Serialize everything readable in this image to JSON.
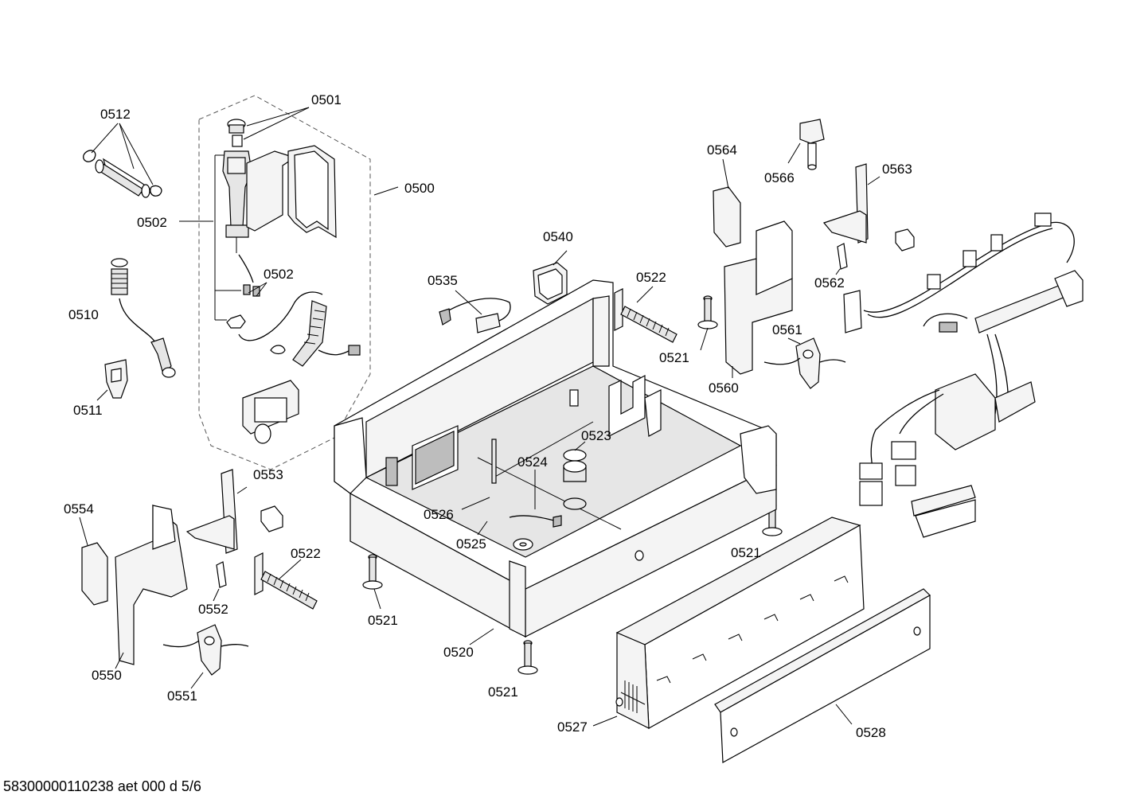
{
  "footer": "58300000110238 aet 000 d 5/6",
  "labels": {
    "p0501": "0501",
    "p0512": "0512",
    "p0500": "0500",
    "p0502a": "0502",
    "p0502b": "0502",
    "p0510": "0510",
    "p0511": "0511",
    "p0540": "0540",
    "p0535": "0535",
    "p0522a": "0522",
    "p0521a": "0521",
    "p0564": "0564",
    "p0566": "0566",
    "p0563": "0563",
    "p0562": "0562",
    "p0561": "0561",
    "p0560": "0560",
    "p0523": "0523",
    "p0524": "0524",
    "p0526": "0526",
    "p0525": "0525",
    "p0553": "0553",
    "p0554": "0554",
    "p0522b": "0522",
    "p0552": "0552",
    "p0521b": "0521",
    "p0521c": "0521",
    "p0520": "0520",
    "p0521d": "0521",
    "p0550": "0550",
    "p0551": "0551",
    "p0527": "0527",
    "p0528": "0528"
  }
}
